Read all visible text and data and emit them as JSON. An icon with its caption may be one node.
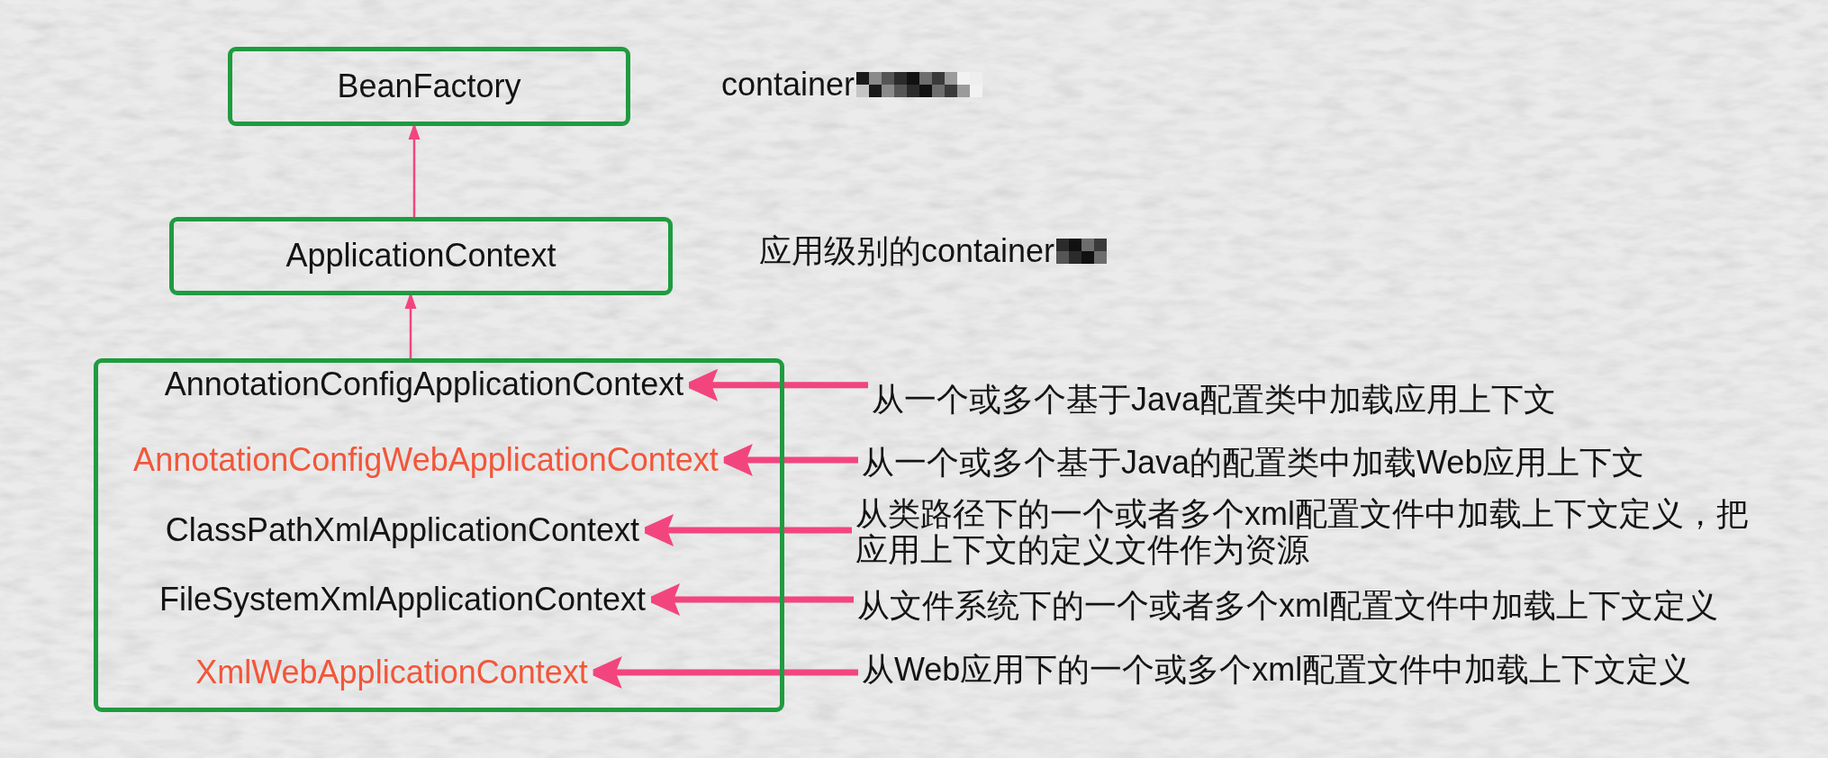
{
  "diagram": {
    "nodes": [
      {
        "text": [
          "BeanFactory"
        ],
        "beside": [
          "container"
        ]
      },
      {
        "text": [
          "ApplicationContext"
        ],
        "beside": [
          "应用级别的container"
        ]
      },
      {
        "text": [],
        "shape": "box"
      },
      {
        "text": [
          "AnnotationConfigApplicationContext"
        ],
        "in": 2
      },
      {
        "text": [
          "AnnotationConfigWebApplicationContext"
        ],
        "in": 2
      },
      {
        "text": [
          "ClassPathXmlApplicationContext"
        ],
        "in": 2
      },
      {
        "text": [
          "FileSystemXmlApplicationContext"
        ],
        "in": 2
      },
      {
        "text": [
          "XmlWebApplicationContext"
        ],
        "in": 2
      },
      {
        "text": [
          "从一个或多个基于Java配置类中加载应用上下文"
        ]
      },
      {
        "text": [
          "从一个或多个基于Java的配置类中加载Web应用上下文"
        ]
      },
      {
        "text": [
          "从类路径下的一个或者多个xml配置文件中加载上下文定义，把应用上下文的定义文件作为资源"
        ]
      },
      {
        "text": [
          "从文件系统下的一个或者多个xml配置文件中加载上下文定义"
        ]
      },
      {
        "text": [
          "从Web应用下的一个或多个xml配置文件中加载上下文定义"
        ]
      }
    ],
    "edges": [
      {
        "from": 1,
        "to": 0,
        "arrow": "to"
      },
      {
        "from": 2,
        "to": 1,
        "arrow": "to"
      },
      {
        "from": 8,
        "to": 3,
        "arrow": "to"
      },
      {
        "from": 9,
        "to": 4,
        "arrow": "to"
      },
      {
        "from": 10,
        "to": 5,
        "arrow": "to"
      },
      {
        "from": 11,
        "to": 6,
        "arrow": "to"
      },
      {
        "from": 12,
        "to": 7,
        "arrow": "to"
      }
    ]
  }
}
